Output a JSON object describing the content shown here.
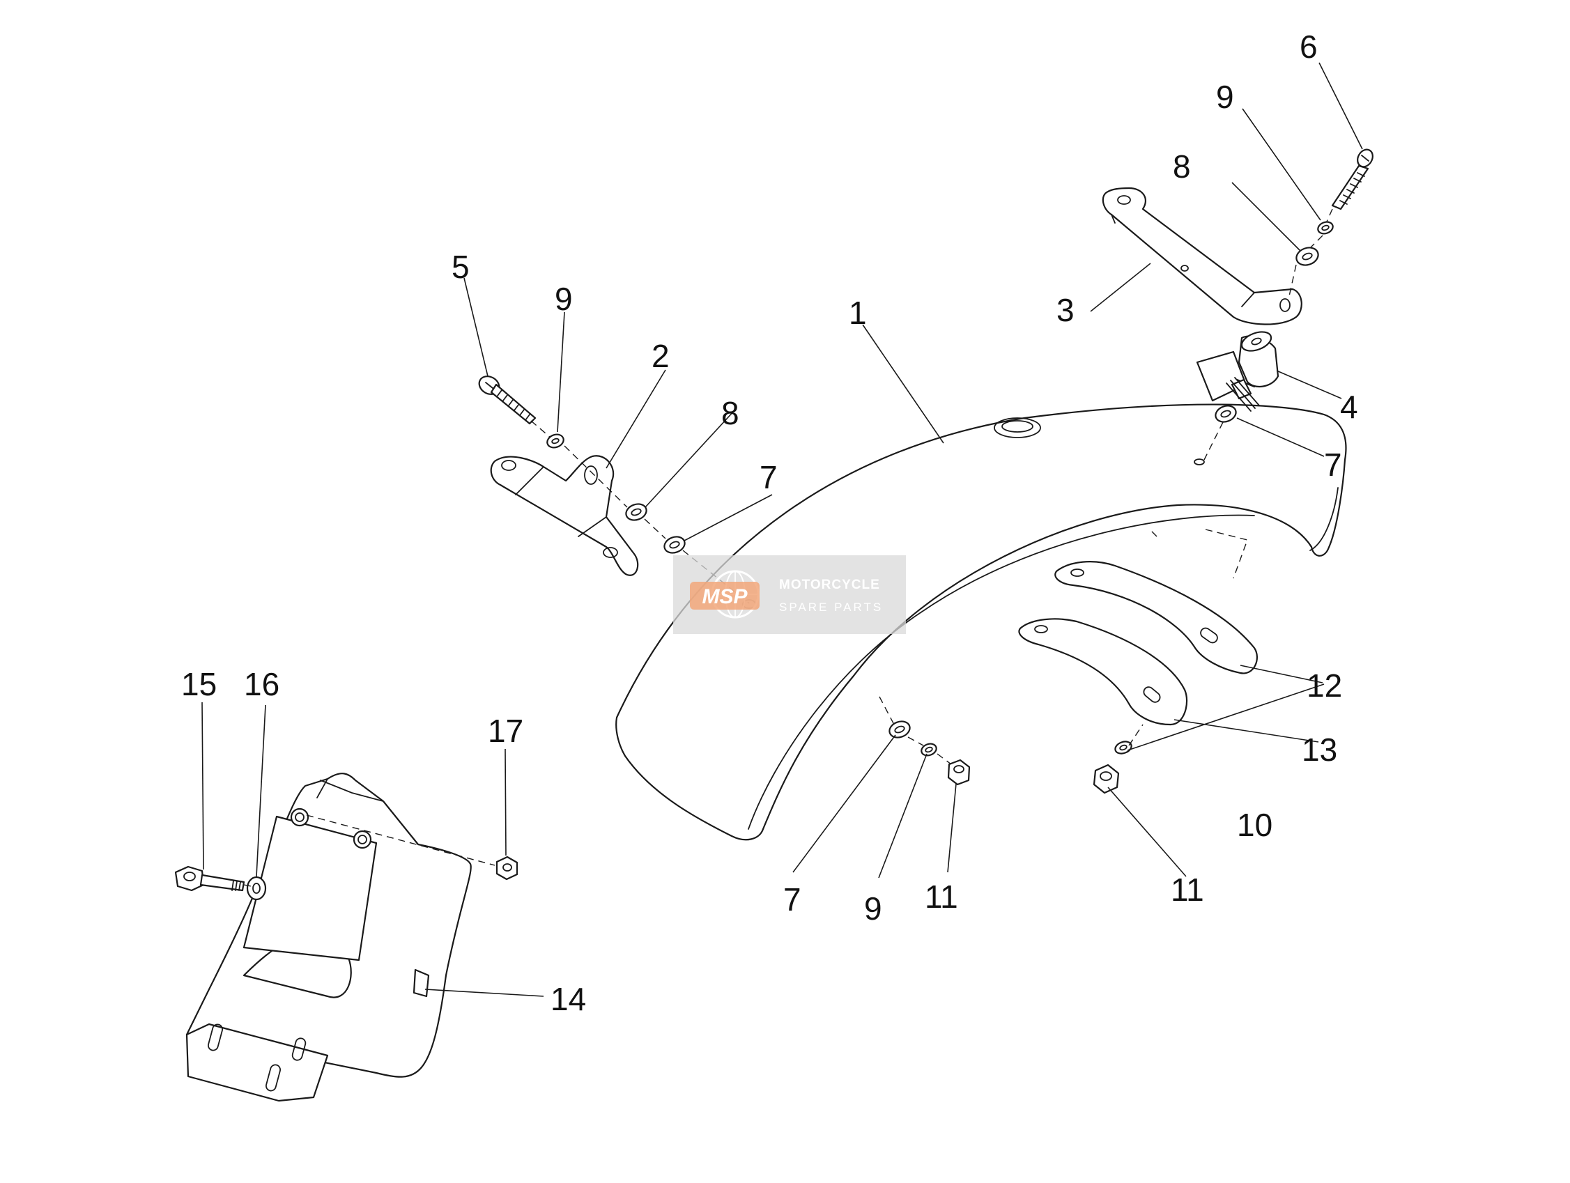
{
  "watermark": {
    "logo_letters": "MSP",
    "line1": "MOTORCYCLE",
    "line2": "SPARE PARTS",
    "bg_color": "#d9d9d9",
    "accent_color": "#f2a77a"
  },
  "callouts": [
    {
      "id": "c1",
      "label": "1"
    },
    {
      "id": "c2",
      "label": "2"
    },
    {
      "id": "c3",
      "label": "3"
    },
    {
      "id": "c4",
      "label": "4"
    },
    {
      "id": "c5",
      "label": "5"
    },
    {
      "id": "c6",
      "label": "6"
    },
    {
      "id": "c7a",
      "label": "7"
    },
    {
      "id": "c7b",
      "label": "7"
    },
    {
      "id": "c7c",
      "label": "7"
    },
    {
      "id": "c8a",
      "label": "8"
    },
    {
      "id": "c8b",
      "label": "8"
    },
    {
      "id": "c9a",
      "label": "9"
    },
    {
      "id": "c9b",
      "label": "9"
    },
    {
      "id": "c9c",
      "label": "9"
    },
    {
      "id": "c10",
      "label": "10"
    },
    {
      "id": "c11a",
      "label": "11"
    },
    {
      "id": "c11b",
      "label": "11"
    },
    {
      "id": "c12",
      "label": "12"
    },
    {
      "id": "c13",
      "label": "13"
    },
    {
      "id": "c14",
      "label": "14"
    },
    {
      "id": "c15",
      "label": "15"
    },
    {
      "id": "c16",
      "label": "16"
    },
    {
      "id": "c17",
      "label": "17"
    }
  ]
}
